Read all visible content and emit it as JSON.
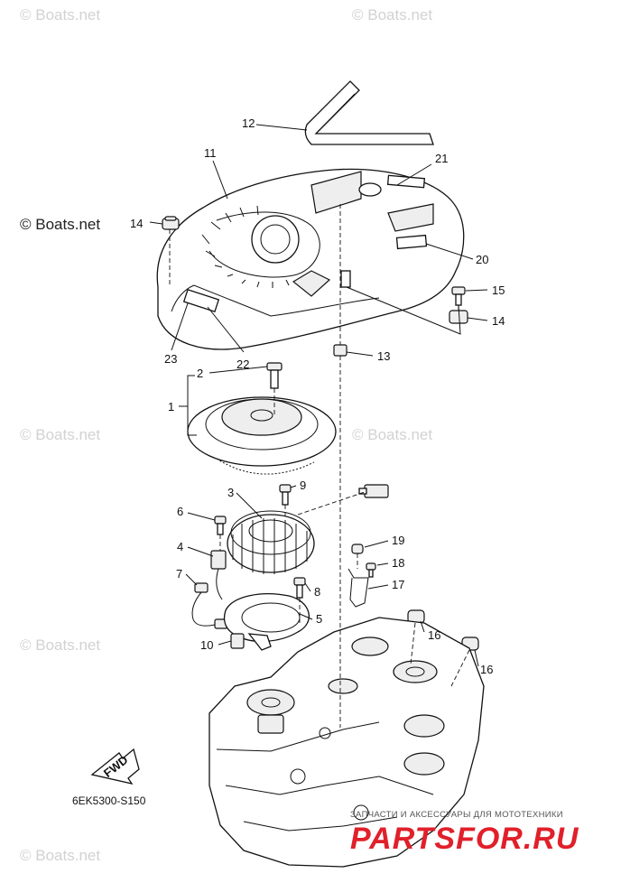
{
  "watermark": {
    "text": "© Boats.net"
  },
  "callouts": {
    "c1": "1",
    "c2": "2",
    "c3": "3",
    "c4": "4",
    "c5": "5",
    "c6": "6",
    "c7": "7",
    "c8": "8",
    "c9": "9",
    "c10": "10",
    "c11": "11",
    "c12": "12",
    "c13": "13",
    "c14a": "14",
    "c14b": "14",
    "c15": "15",
    "c16a": "16",
    "c16b": "16",
    "c17": "17",
    "c18": "18",
    "c19": "19",
    "c20": "20",
    "c21": "21",
    "c22": "22",
    "c23": "23"
  },
  "fwd_label": "FWD",
  "diagram_code": "6EK5300-S150",
  "footer": {
    "tagline": "ЗАПЧАСТИ И АКСЕССУАРЫ ДЛЯ МОТОТЕХНИКИ",
    "brand": "PARTSFOR.RU",
    "brand_color": "#e0202a"
  }
}
